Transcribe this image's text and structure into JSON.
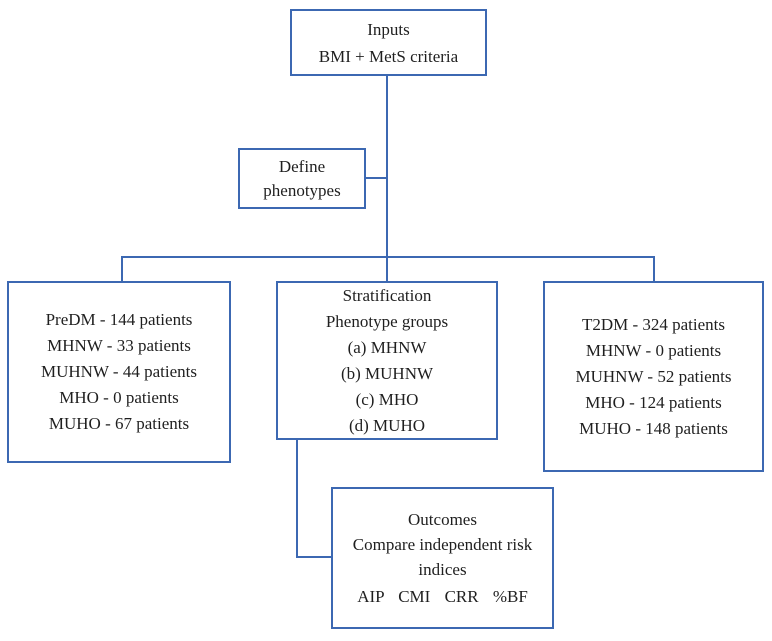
{
  "colors": {
    "accent": "#3c68b2",
    "text": "#1f1f1f",
    "background": "#ffffff"
  },
  "boxes": {
    "inputs": {
      "lines": [
        "Inputs",
        "BMI + MetS criteria"
      ]
    },
    "define_phenotypes": {
      "label": "Define phenotypes"
    },
    "predm_group": {
      "lines": [
        "PreDM - 144 patients",
        "MHNW - 33 patients",
        "MUHNW - 44 patients",
        "MHO - 0 patients",
        "MUHO - 67 patients"
      ]
    },
    "stratification": {
      "lines": [
        "Stratification",
        "Phenotype groups",
        "(a) MHNW",
        "(b) MUHNW",
        "(c) MHO",
        "(d) MUHO"
      ]
    },
    "t2dm_group": {
      "lines": [
        "T2DM - 324 patients",
        "MHNW - 0 patients",
        "MUHNW - 52 patients",
        "MHO - 124 patients",
        "MUHO - 148 patients"
      ]
    },
    "outcomes": {
      "lines": [
        "Outcomes",
        "Compare independent risk indices",
        "AIP CMI CRR %BF"
      ]
    }
  }
}
